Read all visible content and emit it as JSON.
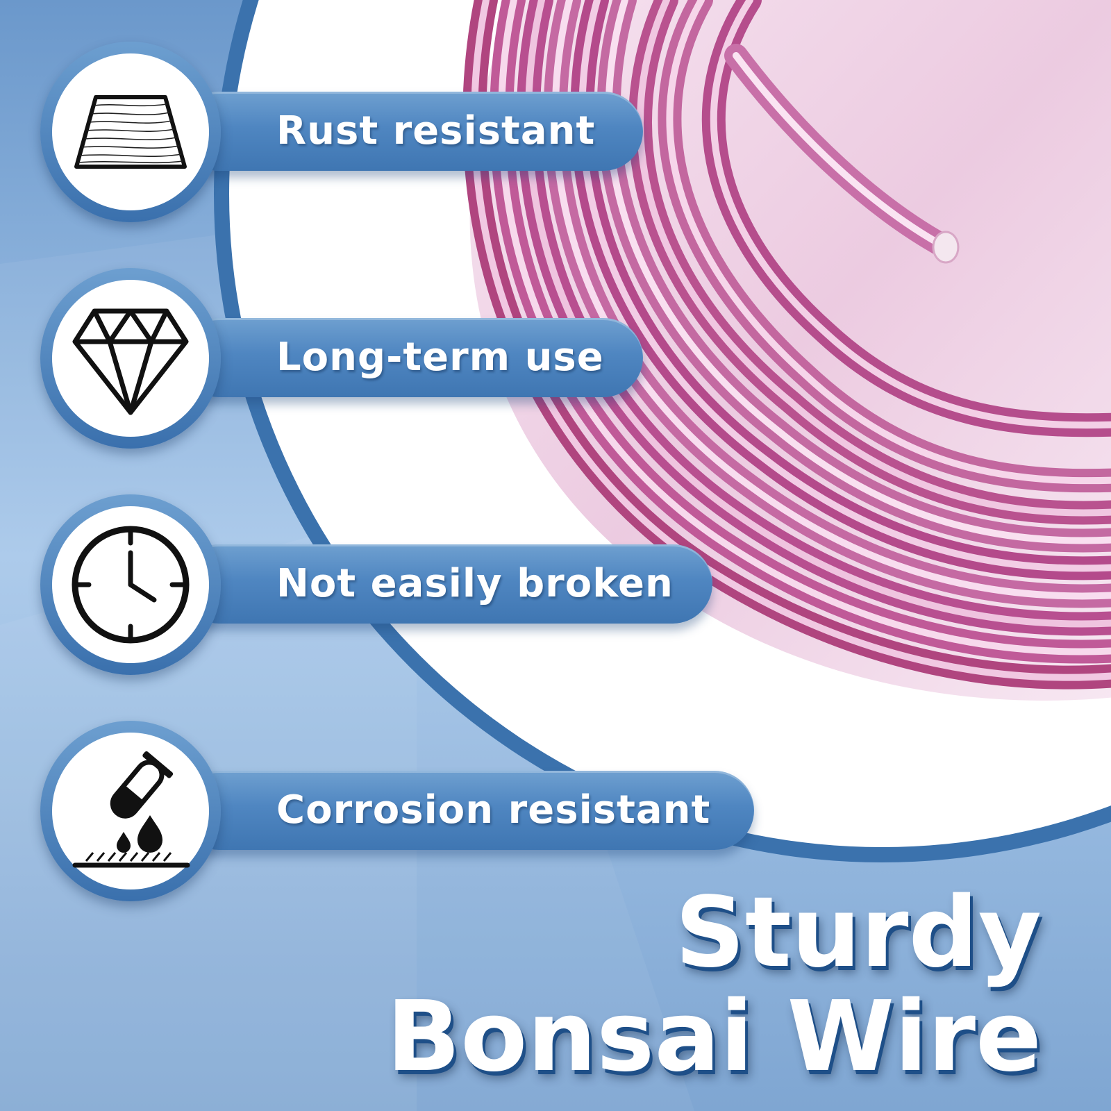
{
  "colors": {
    "background": "#8fb4dd",
    "arc": "#3b72ad",
    "pill": "#4f86c1",
    "wire": "#d48fbc",
    "text": "#ffffff"
  },
  "features": [
    {
      "label": "Rust resistant",
      "icon": "wire-texture-icon"
    },
    {
      "label": "Long-term use",
      "icon": "diamond-icon"
    },
    {
      "label": "Not easily broken",
      "icon": "clock-icon"
    },
    {
      "label": "Corrosion resistant",
      "icon": "chemical-drip-icon"
    }
  ],
  "headline": {
    "line1": "Sturdy",
    "line2": "Bonsai Wire"
  }
}
